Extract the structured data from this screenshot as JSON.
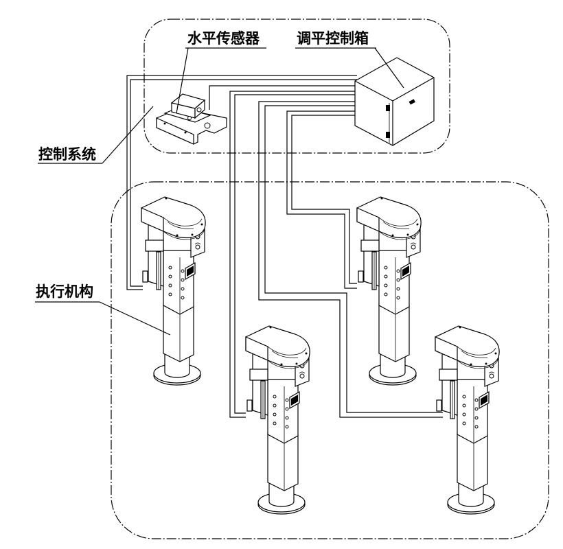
{
  "diagram": {
    "type": "system-schematic",
    "labels": {
      "level_sensor": "水平传感器",
      "leveling_control_box": "调平控制箱",
      "control_system": "控制系统",
      "actuator": "执行机构"
    },
    "groups": [
      {
        "name": "control-system",
        "members": [
          "level_sensor",
          "leveling_control_box"
        ]
      },
      {
        "name": "actuators",
        "count": 4
      }
    ],
    "colors": {
      "line": "#000000",
      "background": "#ffffff"
    }
  }
}
